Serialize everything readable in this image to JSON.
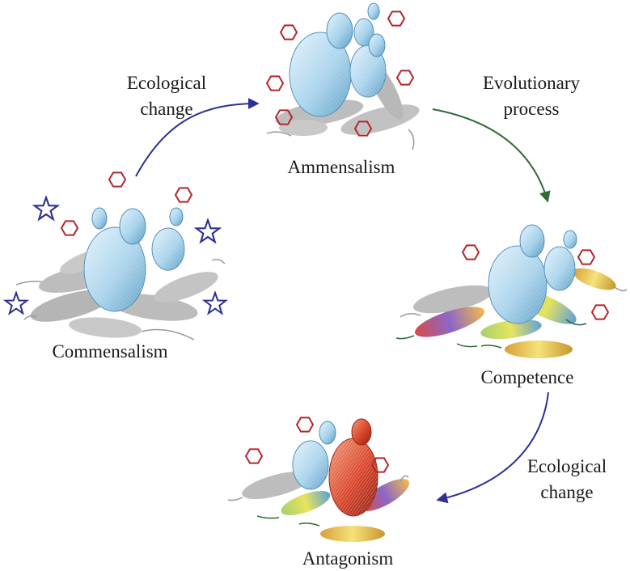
{
  "stages": [
    {
      "id": "commensalism",
      "label": "Commensalism"
    },
    {
      "id": "ammensalism",
      "label": "Ammensalism"
    },
    {
      "id": "competence",
      "label": "Competence"
    },
    {
      "id": "antagonism",
      "label": "Antagonism"
    }
  ],
  "transitions": [
    {
      "from": "commensalism",
      "to": "ammensalism",
      "line1": "Ecological",
      "line2": "change",
      "color": "#2e3192"
    },
    {
      "from": "ammensalism",
      "to": "competence",
      "line1": "Evolutionary",
      "line2": "process",
      "color": "#2f6b34"
    },
    {
      "from": "competence",
      "to": "antagonism",
      "line1": "Ecological",
      "line2": "change",
      "color": "#2e3192"
    }
  ],
  "colors": {
    "yeast": "#a9d3ec",
    "yeast_edge": "#4f8fb8",
    "antagonist_yeast": "#d9452a",
    "bacteria": "#bdbdbd",
    "hexagon": "#b3262c",
    "star": "#2e3192"
  },
  "icons": [
    "star-icon",
    "hexagon-icon",
    "yeast-cell-icon",
    "bacterium-icon"
  ]
}
